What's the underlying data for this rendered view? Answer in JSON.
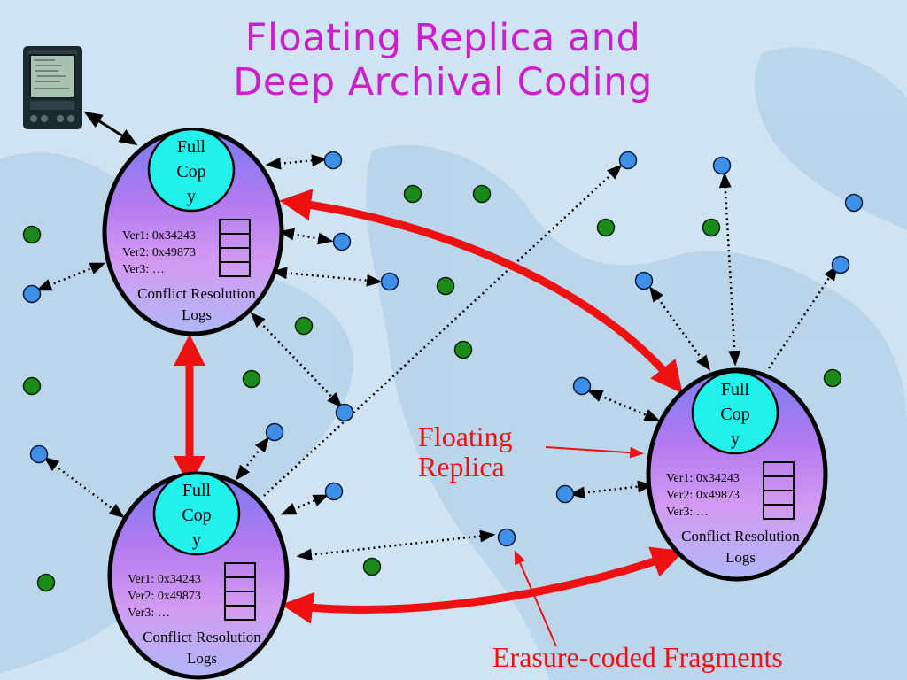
{
  "title": {
    "line1": "Floating Replica and",
    "line2": "Deep Archival Coding"
  },
  "replica": {
    "full_copy": [
      "Full",
      "Cop",
      "y"
    ],
    "versions": [
      "Ver1: 0x34243",
      "Ver2: 0x49873",
      "Ver3: …"
    ],
    "logs": [
      "Conflict Resolution",
      "Logs"
    ]
  },
  "labels": {
    "floating": [
      "Floating",
      "Replica"
    ],
    "erasure": "Erasure-coded Fragments"
  },
  "colors": {
    "title": "#cc1fcc",
    "arrow": "#ee1111",
    "blue_node": "#3d8fe8",
    "green_node": "#1a8a1a"
  },
  "icons": {
    "device": "pda-device-icon"
  }
}
